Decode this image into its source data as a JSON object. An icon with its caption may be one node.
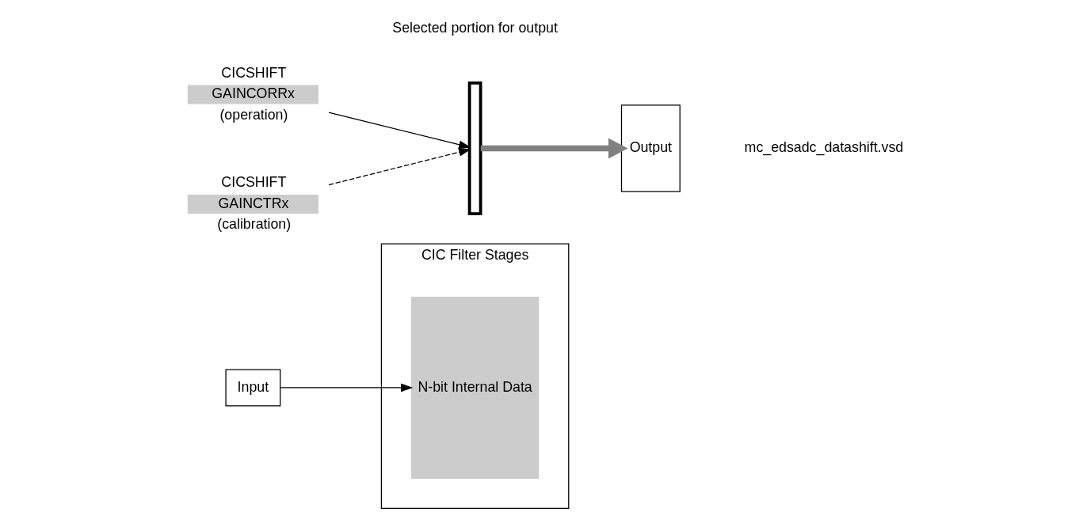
{
  "diagram": {
    "nodes": [
      {
        "text": [
          "Input"
        ]
      },
      {
        "text": [
          "CIC Filter Stages"
        ]
      },
      {
        "text": [
          "N-bit Internal Data"
        ],
        "in": 1
      },
      {
        "text": [],
        "shape": "bracket"
      },
      {
        "text": [
          "Output"
        ]
      },
      {
        "text": [
          "GAINCORRx"
        ],
        "beside": [
          "CICSHIFT",
          "(operation)"
        ]
      },
      {
        "text": [
          "GAINCTRx"
        ],
        "beside": [
          "CICSHIFT",
          "(calibration)"
        ]
      }
    ],
    "edges": [
      {
        "from": 0,
        "to": 2,
        "arrow": "to"
      },
      {
        "from": 3,
        "to": 4,
        "arrow": "to",
        "style": "thick",
        "color": "#808080"
      },
      {
        "from": 5,
        "to": 3,
        "arrow": "to"
      },
      {
        "from": 6,
        "to": 3,
        "arrow": "to",
        "style": "dashed"
      }
    ],
    "labels": [
      "Selected portion for output",
      "mc_edsadc_datashift.vsd"
    ]
  }
}
